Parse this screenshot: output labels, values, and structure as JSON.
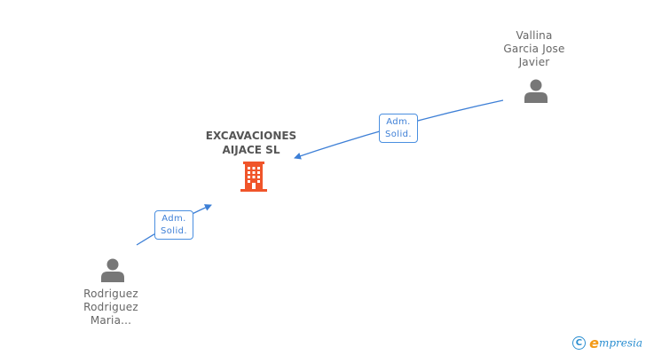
{
  "company": {
    "name_line1": "EXCAVACIONES",
    "name_line2": "AIJACE SL",
    "icon": "building-icon",
    "color": "#f0552a"
  },
  "persons": [
    {
      "line1": "Vallina",
      "line2": "Garcia Jose",
      "line3": "Javier",
      "icon": "person-icon"
    },
    {
      "line1": "Rodriguez",
      "line2": "Rodriguez",
      "line3": "Maria...",
      "icon": "person-icon"
    }
  ],
  "relations": [
    {
      "line1": "Adm.",
      "line2": "Solid."
    },
    {
      "line1": "Adm.",
      "line2": "Solid."
    }
  ],
  "colors": {
    "edge": "#3d7fd6",
    "person": "#777777",
    "text": "#666666"
  },
  "brand": {
    "copyright_symbol": "C",
    "e_letter": "e",
    "rest": "mpresia"
  }
}
